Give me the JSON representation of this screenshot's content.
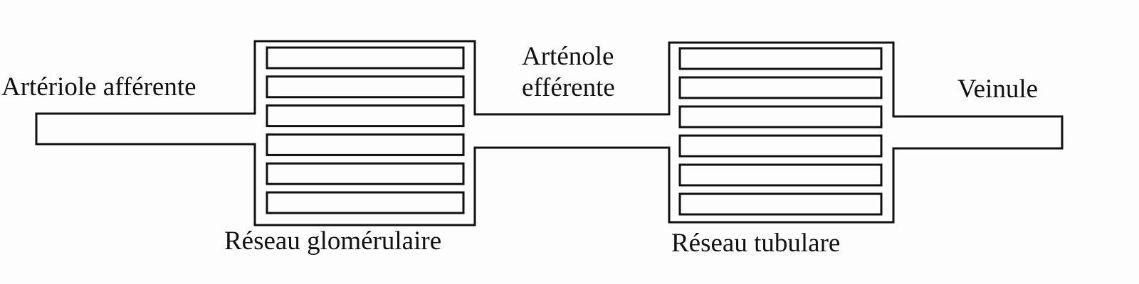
{
  "labels": {
    "afferent": "Artériole afférente",
    "efferent_line1": "Arténole",
    "efferent_line2": "efférente",
    "venule": "Veinule",
    "glomerular_network": "Réseau glomérulaire",
    "tubular_network": "Réseau tubulare"
  },
  "colors": {
    "stroke": "#111111",
    "background": "#fdfdfd"
  },
  "networks": [
    {
      "name": "glomerular",
      "capillary_count": 6
    },
    {
      "name": "tubular",
      "capillary_count": 6
    }
  ]
}
